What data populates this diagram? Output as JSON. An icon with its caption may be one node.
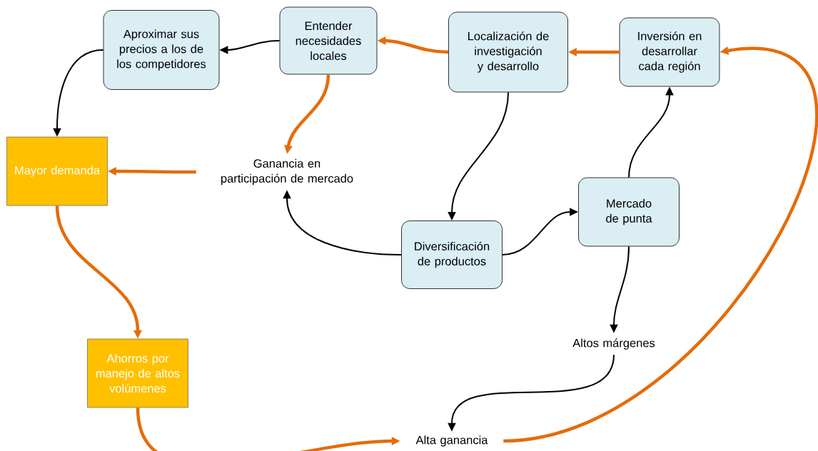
{
  "diagram": {
    "nodes": [
      {
        "text": [
          "Aproximar sus precios a los de los competidores"
        ]
      },
      {
        "text": [
          "Entender necesidades locales"
        ]
      },
      {
        "text": [
          "Localización de investigación y desarrollo"
        ]
      },
      {
        "text": [
          "Inversión en desarrollar cada región"
        ]
      },
      {
        "text": [
          "Mayor demanda"
        ]
      },
      {
        "text": [
          "Ganancia en participación de mercado"
        ]
      },
      {
        "text": [
          "Mercado de punta"
        ]
      },
      {
        "text": [
          "Diversificación de productos"
        ]
      },
      {
        "text": [
          "Ahorros por manejo de altos volúmenes"
        ]
      },
      {
        "text": [
          "Altos márgenes"
        ]
      },
      {
        "text": [
          "Alta ganancia"
        ]
      }
    ],
    "edges": [
      {
        "from": 3,
        "to": 2,
        "arrow": "to",
        "style": "thick",
        "color": "#e46c0a"
      },
      {
        "from": 2,
        "to": 1,
        "arrow": "to",
        "style": "thick",
        "color": "#e46c0a"
      },
      {
        "from": 1,
        "to": 0,
        "arrow": "to"
      },
      {
        "from": 1,
        "to": 5,
        "arrow": "to",
        "style": "thick",
        "color": "#e46c0a"
      },
      {
        "from": 5,
        "to": 4,
        "arrow": "to",
        "style": "thick",
        "color": "#e46c0a"
      },
      {
        "from": 0,
        "to": 4,
        "arrow": "to"
      },
      {
        "from": 4,
        "to": 8,
        "arrow": "to",
        "style": "thick",
        "color": "#e46c0a"
      },
      {
        "from": 2,
        "to": 7,
        "arrow": "to"
      },
      {
        "from": 7,
        "to": 5,
        "arrow": "to"
      },
      {
        "from": 7,
        "to": 6,
        "arrow": "to"
      },
      {
        "from": 6,
        "to": 3,
        "arrow": "to"
      },
      {
        "from": 6,
        "to": 9,
        "arrow": "to"
      },
      {
        "from": 9,
        "to": 10,
        "arrow": "to"
      },
      {
        "from": 8,
        "to": 10,
        "arrow": "to",
        "style": "thick",
        "color": "#e46c0a"
      },
      {
        "from": 10,
        "to": 3,
        "arrow": "to",
        "style": "thick",
        "color": "#e46c0a"
      }
    ]
  }
}
